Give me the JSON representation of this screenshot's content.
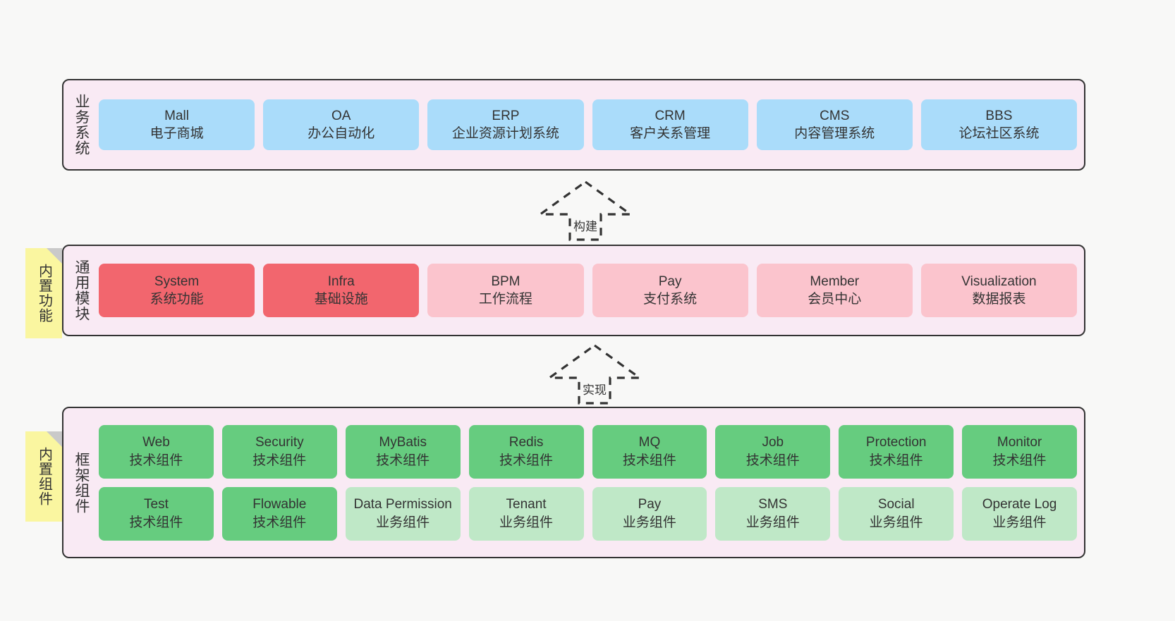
{
  "diagram": {
    "title_visible": false,
    "colors": {
      "layer_background": "#f9eaf4",
      "layer_border": "#333333",
      "business_box": "#aadcfa",
      "core_module_box": "#f2666e",
      "module_box": "#fbc4cd",
      "tech_component_box": "#66cc7f",
      "business_component_box": "#bfe8c7",
      "note_background": "#faf6a0",
      "canvas_background": "#f8f8f7"
    }
  },
  "layers": {
    "business": {
      "title": "业务系统",
      "boxes": [
        {
          "name": "Mall",
          "desc": "电子商城",
          "color": "blue"
        },
        {
          "name": "OA",
          "desc": "办公自动化",
          "color": "blue"
        },
        {
          "name": "ERP",
          "desc": "企业资源计划系统",
          "color": "blue"
        },
        {
          "name": "CRM",
          "desc": "客户关系管理",
          "color": "blue"
        },
        {
          "name": "CMS",
          "desc": "内容管理系统",
          "color": "blue"
        },
        {
          "name": "BBS",
          "desc": "论坛社区系统",
          "color": "blue"
        }
      ]
    },
    "common": {
      "title": "通用模块",
      "boxes": [
        {
          "name": "System",
          "desc": "系统功能",
          "color": "red"
        },
        {
          "name": "Infra",
          "desc": "基础设施",
          "color": "red"
        },
        {
          "name": "BPM",
          "desc": "工作流程",
          "color": "pink"
        },
        {
          "name": "Pay",
          "desc": "支付系统",
          "color": "pink"
        },
        {
          "name": "Member",
          "desc": "会员中心",
          "color": "pink"
        },
        {
          "name": "Visualization",
          "desc": "数据报表",
          "color": "pink"
        }
      ]
    },
    "framework": {
      "title": "框架组件",
      "row1": [
        {
          "name": "Web",
          "desc": "技术组件",
          "color": "green"
        },
        {
          "name": "Security",
          "desc": "技术组件",
          "color": "green"
        },
        {
          "name": "MyBatis",
          "desc": "技术组件",
          "color": "green"
        },
        {
          "name": "Redis",
          "desc": "技术组件",
          "color": "green"
        },
        {
          "name": "MQ",
          "desc": "技术组件",
          "color": "green"
        },
        {
          "name": "Job",
          "desc": "技术组件",
          "color": "green"
        },
        {
          "name": "Protection",
          "desc": "技术组件",
          "color": "green"
        },
        {
          "name": "Monitor",
          "desc": "技术组件",
          "color": "green"
        }
      ],
      "row2": [
        {
          "name": "Test",
          "desc": "技术组件",
          "color": "green"
        },
        {
          "name": "Flowable",
          "desc": "技术组件",
          "color": "green"
        },
        {
          "name": "Data Permission",
          "desc": "业务组件",
          "color": "lightgreen"
        },
        {
          "name": "Tenant",
          "desc": "业务组件",
          "color": "lightgreen"
        },
        {
          "name": "Pay",
          "desc": "业务组件",
          "color": "lightgreen"
        },
        {
          "name": "SMS",
          "desc": "业务组件",
          "color": "lightgreen"
        },
        {
          "name": "Social",
          "desc": "业务组件",
          "color": "lightgreen"
        },
        {
          "name": "Operate Log",
          "desc": "业务组件",
          "color": "lightgreen"
        }
      ]
    }
  },
  "notes": [
    {
      "id": "builtin-functions",
      "label": "内置功能"
    },
    {
      "id": "builtin-components",
      "label": "内置组件"
    }
  ],
  "arrows": [
    {
      "id": "build",
      "label": "构建",
      "direction": "up",
      "style": "dashed-hollow"
    },
    {
      "id": "realize",
      "label": "实现",
      "direction": "up",
      "style": "dashed-hollow"
    }
  ]
}
